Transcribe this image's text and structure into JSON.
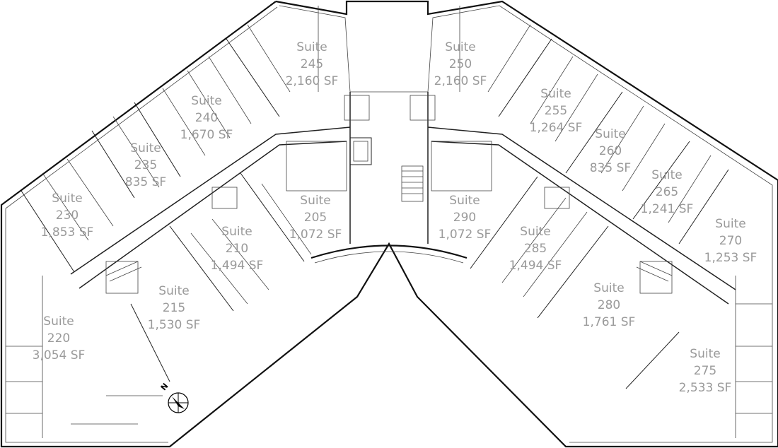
{
  "suites": [
    {
      "id": "suite-245",
      "word": "Suite",
      "number": "245",
      "area": "2,160 SF"
    },
    {
      "id": "suite-250",
      "word": "Suite",
      "number": "250",
      "area": "2,160 SF"
    },
    {
      "id": "suite-240",
      "word": "Suite",
      "number": "240",
      "area": "1,670 SF"
    },
    {
      "id": "suite-255",
      "word": "Suite",
      "number": "255",
      "area": "1,264 SF"
    },
    {
      "id": "suite-235",
      "word": "Suite",
      "number": "235",
      "area": "835 SF"
    },
    {
      "id": "suite-260",
      "word": "Suite",
      "number": "260",
      "area": "835 SF"
    },
    {
      "id": "suite-230",
      "word": "Suite",
      "number": "230",
      "area": "1,853 SF"
    },
    {
      "id": "suite-265",
      "word": "Suite",
      "number": "265",
      "area": "1,241 SF"
    },
    {
      "id": "suite-205",
      "word": "Suite",
      "number": "205",
      "area": "1,072 SF"
    },
    {
      "id": "suite-290",
      "word": "Suite",
      "number": "290",
      "area": "1,072 SF"
    },
    {
      "id": "suite-270",
      "word": "Suite",
      "number": "270",
      "area": "1,253 SF"
    },
    {
      "id": "suite-210",
      "word": "Suite",
      "number": "210",
      "area": "1,494 SF"
    },
    {
      "id": "suite-285",
      "word": "Suite",
      "number": "285",
      "area": "1,494 SF"
    },
    {
      "id": "suite-215",
      "word": "Suite",
      "number": "215",
      "area": "1,530 SF"
    },
    {
      "id": "suite-280",
      "word": "Suite",
      "number": "280",
      "area": "1,761 SF"
    },
    {
      "id": "suite-220",
      "word": "Suite",
      "number": "220",
      "area": "3,054 SF"
    },
    {
      "id": "suite-275",
      "word": "Suite",
      "number": "275",
      "area": "2,533 SF"
    }
  ],
  "compass": {
    "letter": "N"
  },
  "colors": {
    "label": "#9a9a9a",
    "wall": "#222222",
    "background": "#ffffff"
  }
}
